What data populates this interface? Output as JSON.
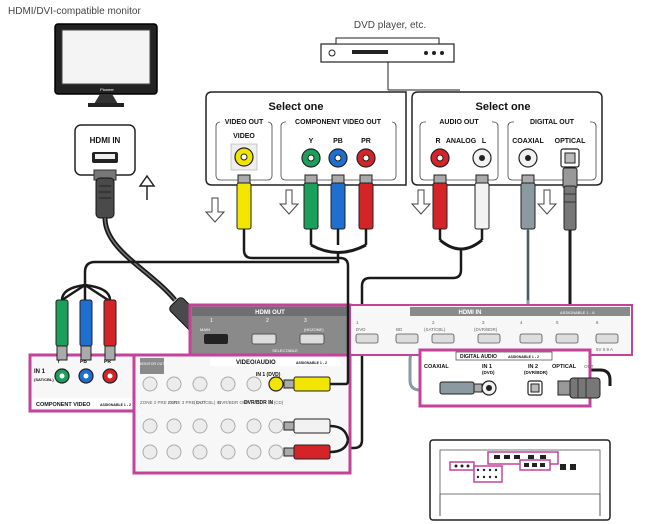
{
  "monitor": {
    "caption": "HDMI/DVI-compatible monitor",
    "brand": "Pioneer",
    "hdmi_in_label": "HDMI IN"
  },
  "dvd": {
    "caption": "DVD player, etc.",
    "select_one_left": "Select one",
    "select_one_right": "Select one",
    "video_out_header": "VIDEO OUT",
    "video_label": "VIDEO",
    "component_header": "COMPONENT VIDEO OUT",
    "y": "Y",
    "pb": "PB",
    "pr": "PR",
    "audio_out_header": "AUDIO OUT",
    "analog_r": "R",
    "analog_label": "ANALOG",
    "analog_l": "L",
    "digital_out_header": "DIGITAL OUT",
    "coaxial": "COAXIAL",
    "optical": "OPTICAL"
  },
  "receiver": {
    "hdmi_out": "HDMI OUT",
    "hdmi_out_ports": [
      "1",
      "2",
      "3"
    ],
    "main": "MAIN",
    "hdzone": "(HDZONE)",
    "selectable": "SELECTABLE",
    "hdmi_in": "HDMI IN",
    "assignable_1_6": "ASSIGNABLE 1 - 6",
    "bd": "BD",
    "dvd": "DVD",
    "in_ports": [
      "1",
      "2",
      "3",
      "4",
      "5",
      "6"
    ],
    "sat_cbl": "(SAT/CBL)",
    "dvr_bdr": "(DVR/BDR)",
    "power": "5V 0.9 A",
    "digital_audio": "DIGITAL AUDIO",
    "assignable_digital": "ASSIGNABLE 1 - 2",
    "coaxial": "COAXIAL",
    "in1": "IN 1",
    "in1_sub": "(DVD)",
    "optical": "OPTICAL",
    "in2": "IN 2",
    "in2_sub": "(DVR/BDR)",
    "out": "OUT",
    "monitor_out": "MONITOR OUT",
    "video_audio": "VIDEO/AUDIO",
    "assignable_va": "ASSIGNABLE 1 - 2",
    "zone2_pre_out": "ZONE 2 PRE OUT",
    "zone3_pre_out": "ZONE 3 PRE OUT",
    "sat_cbl_in": "(SAT/CBL) IN",
    "dvr_bdr_out": "DVR/BDR OUT",
    "dvr_bdr_in": "DVR/BDR IN",
    "dvd_in": "IN 1 (DVD)",
    "cd_in": "IN (CD)",
    "comp_y": "Y",
    "comp_pb": "PB",
    "comp_pr": "PR",
    "comp_in": "IN 1",
    "comp_in_sub": "(SAT/CBL)",
    "component_video": "COMPONENT VIDEO",
    "assignable_comp": "ASSIGNABLE 1 - 2"
  },
  "colors": {
    "magenta": "#c4429a",
    "cable_black": "#1a1a1a",
    "yellow": "#f2e600",
    "green": "#1aa05a",
    "blue": "#1f6fd0",
    "red": "#d42428",
    "white_plug": "#f2f2f2",
    "gray_plug": "#8a9aa0",
    "panel_gray": "#8a8a8a"
  }
}
